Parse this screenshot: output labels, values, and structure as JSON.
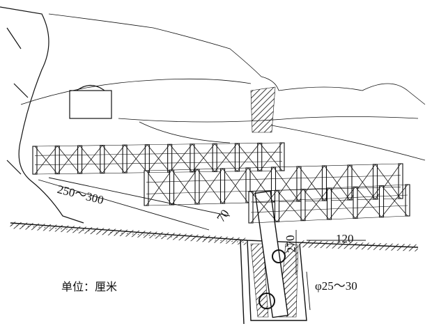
{
  "labels": {
    "slope_spacing": "250～300",
    "angle": "70",
    "depth": "270",
    "row_spacing": "120",
    "post_diameter": "φ25～30",
    "unit": "单位：厘米"
  }
}
